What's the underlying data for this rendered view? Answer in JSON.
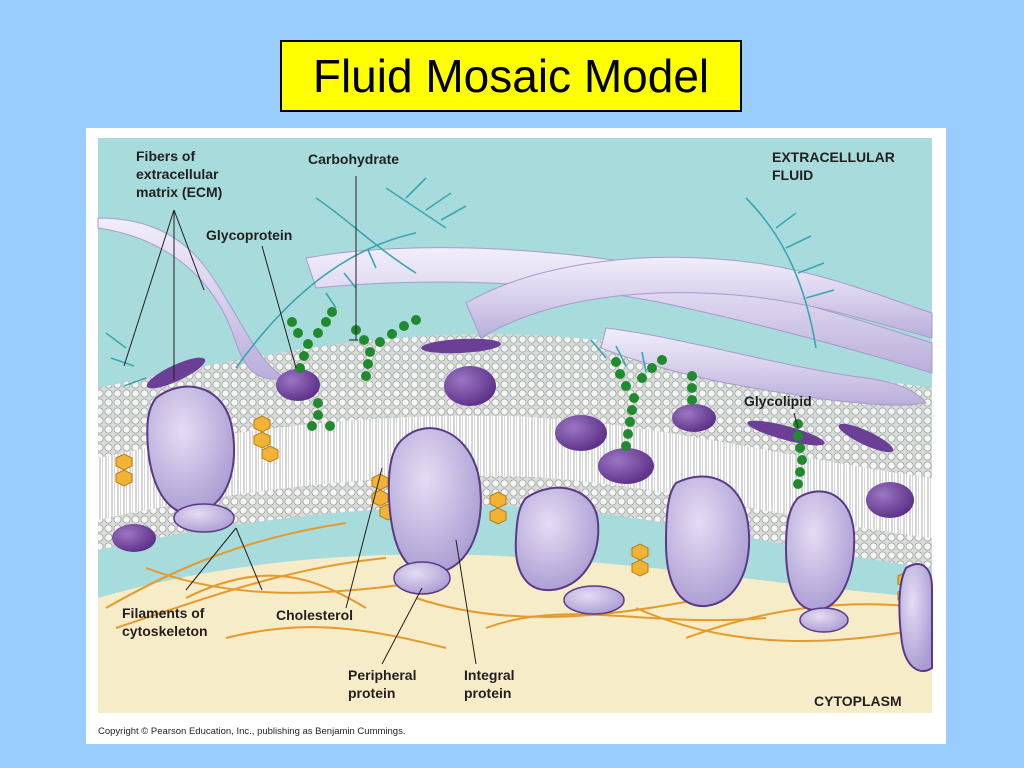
{
  "slide": {
    "title": "Fluid Mosaic Model"
  },
  "labels": {
    "ecm_line1": "Fibers of",
    "ecm_line2": "extracellular",
    "ecm_line3": "matrix (ECM)",
    "carbohydrate": "Carbohydrate",
    "glycoprotein": "Glycoprotein",
    "extracellular_line1": "EXTRACELLULAR",
    "extracellular_line2": "FLUID",
    "glycolipid": "Glycolipid",
    "filaments_line1": "Filaments of",
    "filaments_line2": "cytoskeleton",
    "cholesterol": "Cholesterol",
    "peripheral_line1": "Peripheral",
    "peripheral_line2": "protein",
    "integral_line1": "Integral",
    "integral_line2": "protein",
    "cytoplasm": "CYTOPLASM"
  },
  "copyright": "Copyright © Pearson Education, Inc., publishing as Benjamin Cummings.",
  "colors": {
    "background": "#99ccff",
    "title_box": "#ffff00",
    "extracellular_fluid": "#a8dcdc",
    "cytoplasm": "#f7ecc8",
    "protein": "#c9bfe3",
    "protein_dark": "#6a3f95",
    "carbohydrate_chain": "#1f8a2e",
    "cholesterol": "#f2b233",
    "ecm_fiber": "#ddd6ee",
    "cytoskeleton": "#e59a2c"
  }
}
